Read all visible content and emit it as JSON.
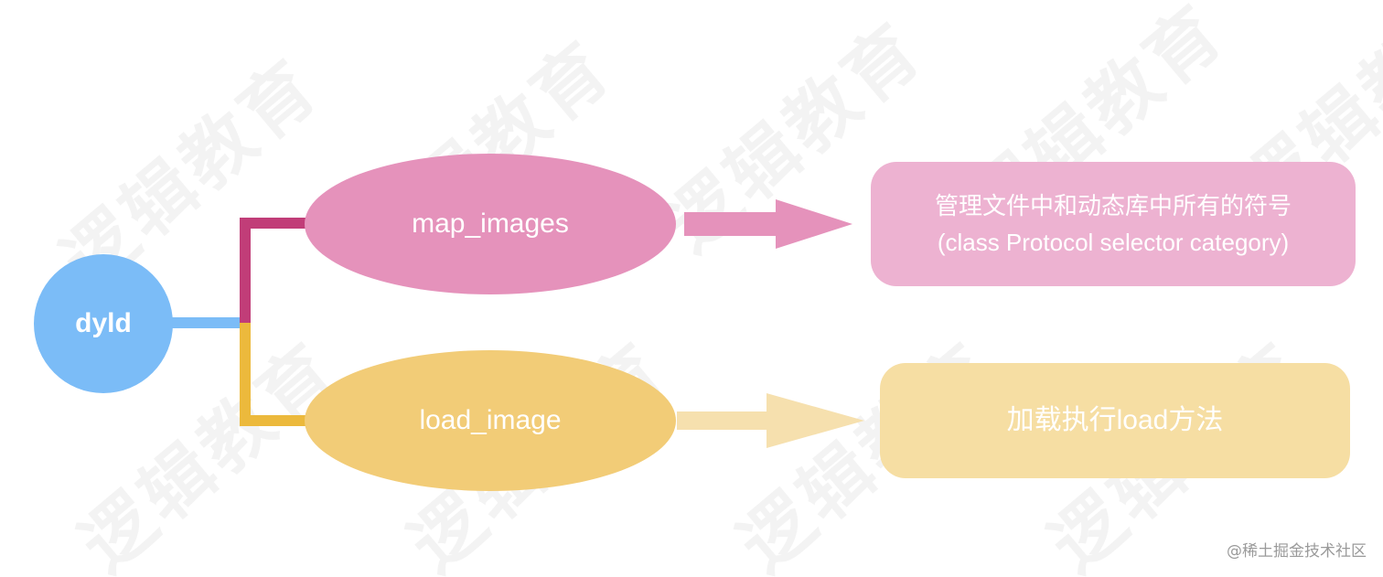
{
  "diagram": {
    "root": {
      "label": "dyld",
      "color": "#7bbcf7"
    },
    "branches": [
      {
        "node_label": "map_images",
        "node_color": "#e592bb",
        "connector_color": "#c13d78",
        "arrow_color": "#e592bb",
        "result_lines": [
          "管理文件中和动态库中所有的符号",
          "(class Protocol selector category)"
        ],
        "result_color": "#edb2d1"
      },
      {
        "node_label": "load_image",
        "node_color": "#f2cc77",
        "connector_color": "#ecb93c",
        "arrow_color": "#f6e0ae",
        "result_lines": [
          "加载执行load方法"
        ],
        "result_color": "#f6dea3"
      }
    ],
    "watermark_text": "逻辑教育",
    "credit": "@稀土掘金技术社区"
  }
}
